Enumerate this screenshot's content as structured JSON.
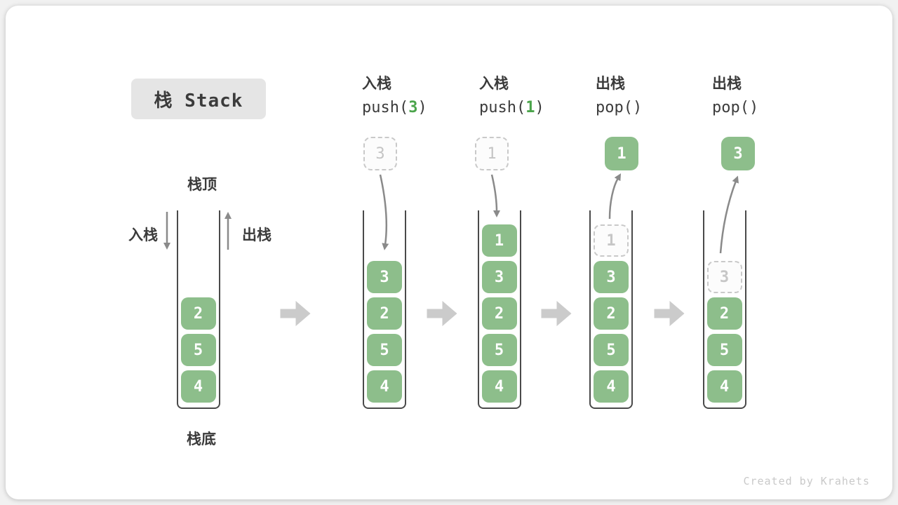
{
  "title": "栈 Stack",
  "labels": {
    "stack_top": "栈顶",
    "stack_bottom": "栈底",
    "push": "入栈",
    "pop": "出栈"
  },
  "watermark": "Created by Krahets",
  "colors": {
    "cell_green": "#8DBE8B",
    "code_green": "#4BA44B",
    "text_dark": "#3B3B3B",
    "container_border": "#4A4A4A",
    "arrow_gray": "#8A8A8A",
    "light_gray": "#C9C9C9",
    "title_bg": "#E5E5E5"
  },
  "stages": [
    {
      "name": "initial",
      "cells": [
        {
          "v": "2"
        },
        {
          "v": "5"
        },
        {
          "v": "4"
        }
      ]
    },
    {
      "name": "push-3",
      "header": {
        "label": "入栈",
        "code_pre": "push(",
        "code_arg": "3",
        "code_post": ")"
      },
      "floating": {
        "v": "3",
        "style": "dashed"
      },
      "cells": [
        {
          "v": "3"
        },
        {
          "v": "2"
        },
        {
          "v": "5"
        },
        {
          "v": "4"
        }
      ]
    },
    {
      "name": "push-1",
      "header": {
        "label": "入栈",
        "code_pre": "push(",
        "code_arg": "1",
        "code_post": ")"
      },
      "floating": {
        "v": "1",
        "style": "dashed"
      },
      "cells": [
        {
          "v": "1"
        },
        {
          "v": "3"
        },
        {
          "v": "2"
        },
        {
          "v": "5"
        },
        {
          "v": "4"
        }
      ]
    },
    {
      "name": "pop-1",
      "header": {
        "label": "出栈",
        "code_pre": "pop()",
        "code_arg": "",
        "code_post": ""
      },
      "floating": {
        "v": "1",
        "style": "solid"
      },
      "cells": [
        {
          "v": "1",
          "ghost": true
        },
        {
          "v": "3"
        },
        {
          "v": "2"
        },
        {
          "v": "5"
        },
        {
          "v": "4"
        }
      ]
    },
    {
      "name": "pop-3",
      "header": {
        "label": "出栈",
        "code_pre": "pop()",
        "code_arg": "",
        "code_post": ""
      },
      "floating": {
        "v": "3",
        "style": "solid"
      },
      "cells": [
        {
          "v": "3",
          "ghost": true
        },
        {
          "v": "2"
        },
        {
          "v": "5"
        },
        {
          "v": "4"
        }
      ]
    }
  ]
}
